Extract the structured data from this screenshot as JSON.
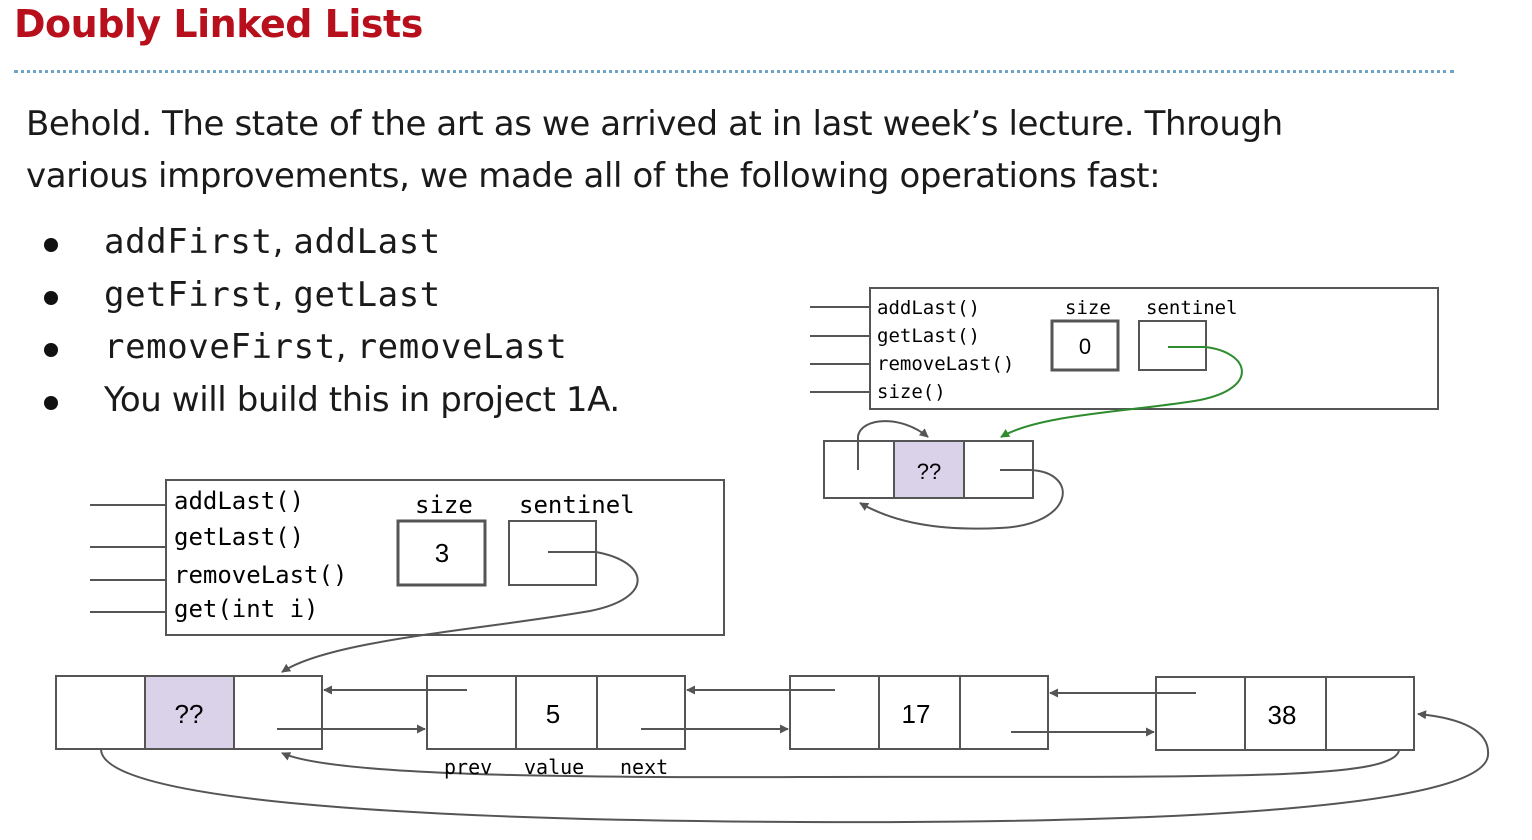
{
  "slide": {
    "title": "Doubly Linked Lists",
    "intro_line1": "Behold. The state of the art as we arrived at in last week’s lecture. Through",
    "intro_line2": "various improvements, we made all of the following operations fast:"
  },
  "bullets": [
    {
      "code_a": "addFirst",
      "sep": ", ",
      "code_b": "addLast"
    },
    {
      "code_a": "getFirst",
      "sep": ", ",
      "code_b": "getLast"
    },
    {
      "code_a": "removeFirst",
      "sep": ", ",
      "code_b": "removeLast"
    },
    {
      "text": "You will build this in project 1A."
    }
  ],
  "empty_list": {
    "methods": [
      "addLast()",
      "getLast()",
      "removeLast()",
      "size()"
    ],
    "size_label": "size",
    "size_value": "0",
    "sentinel_label": "sentinel",
    "sentinel_node_value": "??"
  },
  "full_list": {
    "methods": [
      "addLast()",
      "getLast()",
      "removeLast()",
      "get(int i)"
    ],
    "size_label": "size",
    "size_value": "3",
    "sentinel_label": "sentinel",
    "sentinel_node_value": "??",
    "node_values": [
      "5",
      "17",
      "38"
    ],
    "field_labels": {
      "prev": "prev",
      "value": "value",
      "next": "next"
    }
  },
  "colors": {
    "title": "#b80f1c",
    "rule": "#6fa3c8",
    "sentinel_fill": "#d9d2e9",
    "box_stroke": "#555555",
    "empty_pointer": "#2e8b2e"
  }
}
